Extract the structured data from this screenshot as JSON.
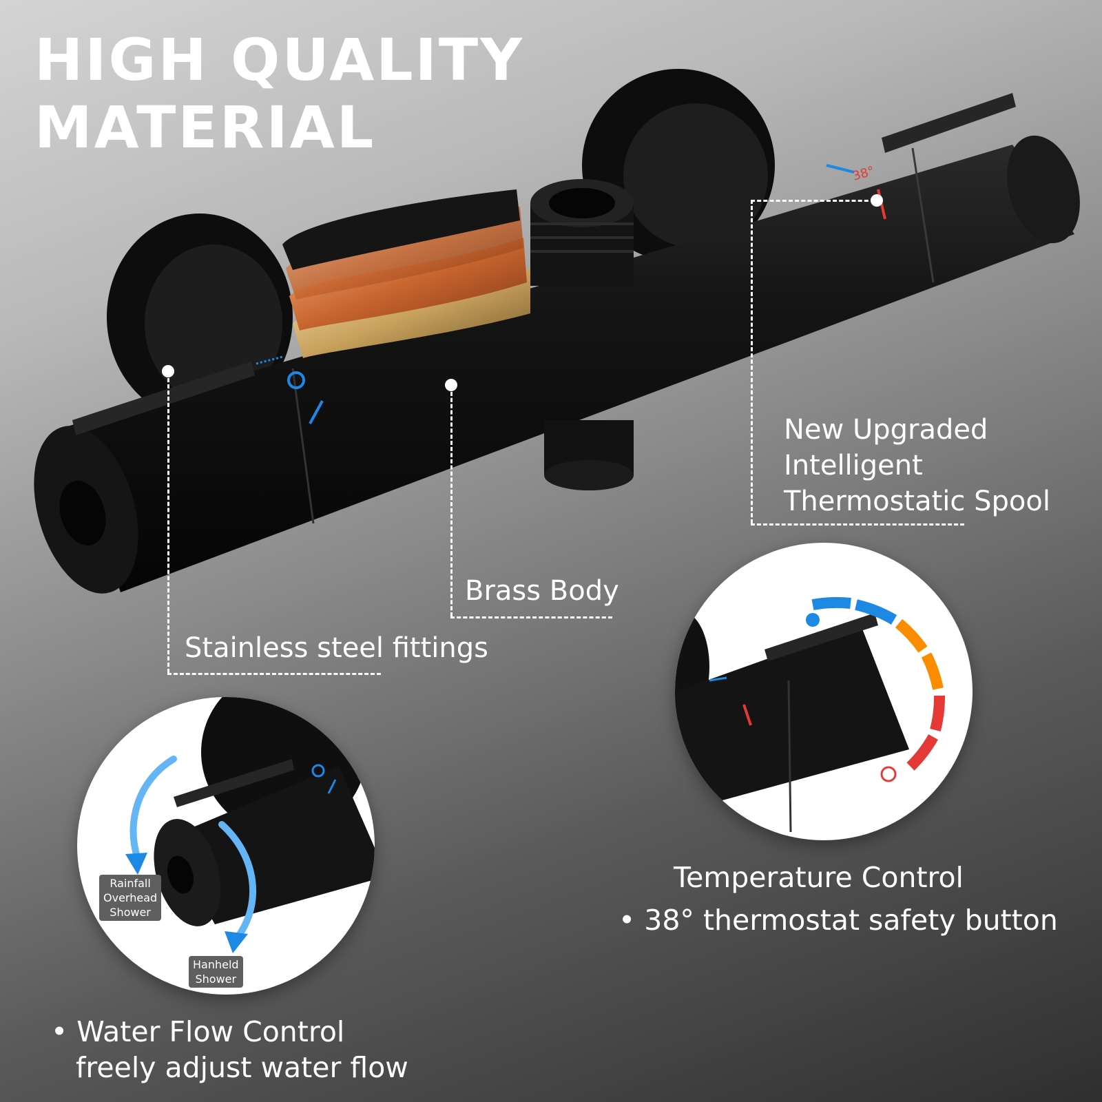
{
  "headline": {
    "line1": "HIGH QUALITY",
    "line2": "MATERIAL"
  },
  "callouts": {
    "spool": {
      "line1": "New Upgraded",
      "line2": "Intelligent",
      "line3": "Thermostatic Spool"
    },
    "brass": "Brass Body",
    "stainless": "Stainless steel fittings"
  },
  "dial_marking": "38°",
  "flow_detail": {
    "tag_rainfall": {
      "line1": "Rainfall",
      "line2": "Overhead",
      "line3": "Shower"
    },
    "tag_handheld": {
      "line1": "Hanheld",
      "line2": "Shower"
    },
    "bullet": "•",
    "title": "Water Flow Control",
    "subtitle": "freely adjust water flow"
  },
  "temperature_detail": {
    "title": "Temperature Control",
    "bullet": "•",
    "subtitle": "38° thermostat safety button"
  },
  "colors": {
    "product_black": "#111111",
    "cold_blue": "#1e88e5",
    "warm_orange": "#fb8c00",
    "hot_red": "#e53935",
    "copper": "#c8652e",
    "gold": "#c9a25d"
  }
}
